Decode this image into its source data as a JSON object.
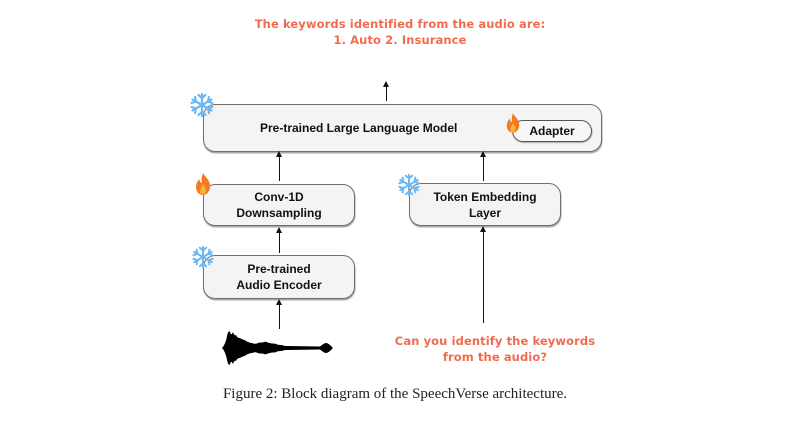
{
  "output_text": {
    "line1": "The keywords identified from the audio are:",
    "line2": "1. Auto 2. Insurance"
  },
  "blocks": {
    "llm": {
      "label": "Pre-trained Large Language Model",
      "status": "frozen"
    },
    "adapter": {
      "label": "Adapter",
      "status": "trainable"
    },
    "conv": {
      "line1": "Conv-1D",
      "line2": "Downsampling",
      "status": "trainable"
    },
    "token_embedding": {
      "line1": "Token Embedding",
      "line2": "Layer",
      "status": "frozen"
    },
    "audio_encoder": {
      "line1": "Pre-trained",
      "line2": "Audio Encoder",
      "status": "frozen"
    }
  },
  "input_text": {
    "line1": "Can you identify the keywords",
    "line2": "from the audio?"
  },
  "icons": {
    "frozen": "snowflake-icon",
    "trainable": "fire-icon",
    "audio": "waveform-icon"
  },
  "colors": {
    "text_accent": "#f26b4f",
    "snowflake": "#6ab8f7",
    "fire": "#f47a1f"
  },
  "caption": "Figure 2: Block diagram of the SpeechVerse architecture."
}
